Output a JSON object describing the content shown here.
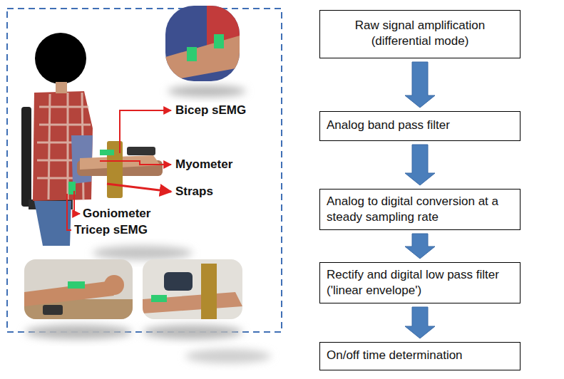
{
  "diagram": {
    "nodes": [
      {
        "text": [
          "Raw signal amplification (differential mode)"
        ]
      },
      {
        "text": [
          "Analog band pass filter"
        ]
      },
      {
        "text": [
          "Analog to digital conversion at a steady sampling rate"
        ]
      },
      {
        "text": [
          "Rectify and digital low pass filter ('linear envelope')"
        ]
      },
      {
        "text": [
          "On/off time determination"
        ]
      }
    ],
    "edges": [
      {
        "from": 0,
        "to": 1,
        "arrow": "to"
      },
      {
        "from": 1,
        "to": 2,
        "arrow": "to"
      },
      {
        "from": 2,
        "to": 3,
        "arrow": "to"
      },
      {
        "from": 3,
        "to": 4,
        "arrow": "to"
      }
    ],
    "labels": [
      "Bicep sEMG",
      "Myometer",
      "Straps",
      "Goniometer",
      "Tricep sEMG"
    ]
  }
}
